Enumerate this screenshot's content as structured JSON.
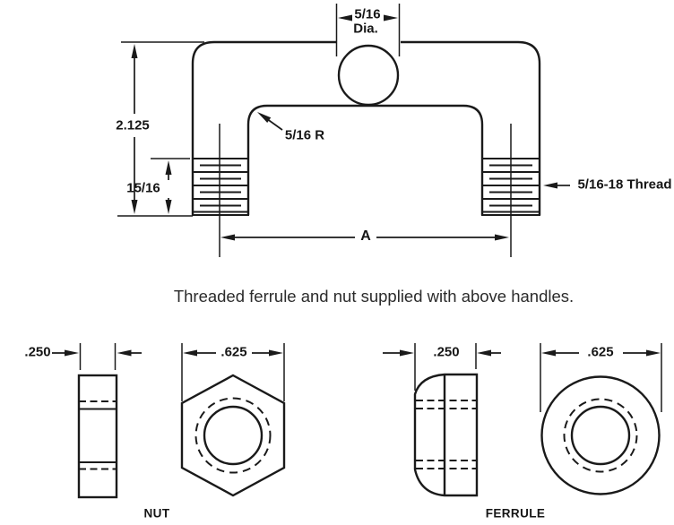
{
  "colors": {
    "line": "#1a1a1a",
    "background": "#ffffff"
  },
  "handle": {
    "height": "2.125",
    "thread_length": "15/16",
    "grip_diameter": "5/16",
    "grip_diameter_unit": "Dia.",
    "bend_radius": "5/16 R",
    "thread_spec": "5/16-18 Thread",
    "width_var": "A"
  },
  "note": "Threaded ferrule and nut supplied with above handles.",
  "nut": {
    "label": "NUT",
    "thickness": ".250",
    "width": ".625"
  },
  "ferrule": {
    "label": "FERRULE",
    "thickness": ".250",
    "width": ".625"
  }
}
